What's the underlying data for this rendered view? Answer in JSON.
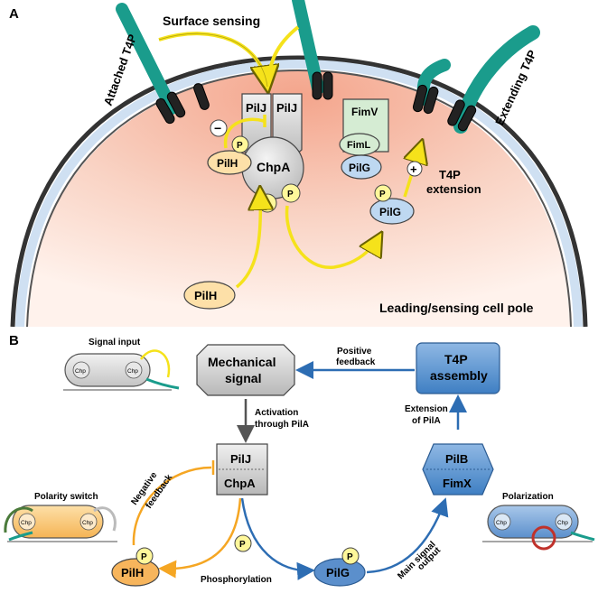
{
  "panel_a": {
    "letter": "A",
    "surface_sensing": "Surface sensing",
    "attached_t4p": "Attached T4P",
    "extending_t4p": "Extending T4P",
    "pilj_1": "PilJ",
    "pilj_2": "PilJ",
    "chpa": "ChpA",
    "pilh_top": "PilH",
    "pilh_bottom": "PilH",
    "fimv": "FimV",
    "fiml": "FimL",
    "pilg_top": "PilG",
    "pilg_free": "PilG",
    "minus": "−",
    "plus": "+",
    "p_pilh": "P",
    "p_chpa_1": "P",
    "p_chpa_2": "P",
    "p_pilg": "P",
    "t4p_ext_1": "T4P",
    "t4p_ext_2": "extension",
    "pole_label": "Leading/sensing cell pole"
  },
  "panel_b": {
    "letter": "B",
    "signal_input": "Signal input",
    "polarity_switch": "Polarity switch",
    "polarization": "Polarization",
    "chp": "Chp",
    "mechanical_1": "Mechanical",
    "mechanical_2": "signal",
    "t4p_assembly_1": "T4P",
    "t4p_assembly_2": "assembly",
    "positive_1": "Positive",
    "positive_2": "feedback",
    "activation_1": "Activation",
    "activation_2": "through PilA",
    "pilj": "PilJ",
    "chpa": "ChpA",
    "pilb": "PilB",
    "fimx": "FimX",
    "extension_1": "Extension",
    "extension_2": "of PilA",
    "negative_1": "Negative",
    "negative_2": "feedback",
    "pilh": "PilH",
    "pilg": "PilG",
    "p": "P",
    "phosphorylation": "Phosphorylation",
    "main_1": "Main signal",
    "main_2": "output"
  }
}
